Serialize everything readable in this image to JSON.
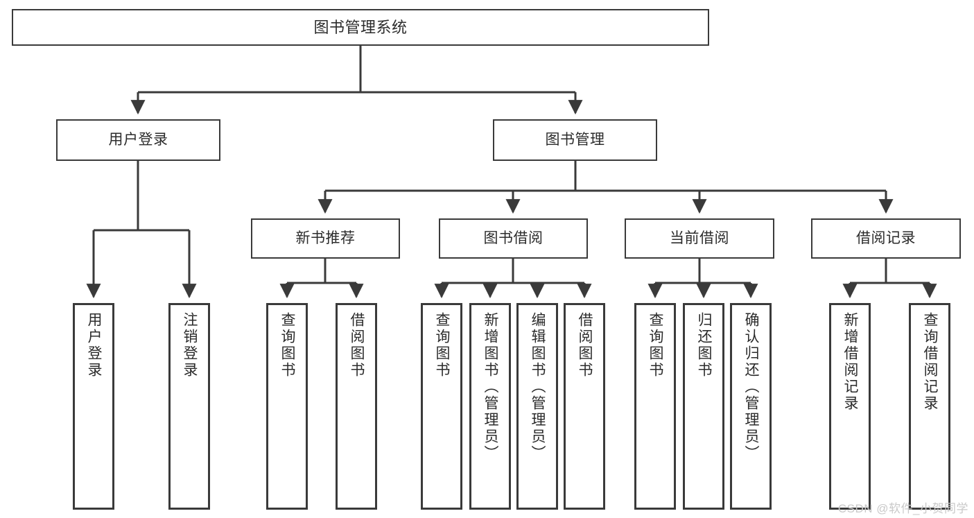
{
  "diagram": {
    "title": "图书管理系统",
    "type": "tree",
    "root": {
      "label": "图书管理系统"
    },
    "level2": [
      {
        "label": "用户登录"
      },
      {
        "label": "图书管理"
      }
    ],
    "level3": [
      {
        "label": "新书推荐"
      },
      {
        "label": "图书借阅"
      },
      {
        "label": "当前借阅"
      },
      {
        "label": "借阅记录"
      }
    ],
    "leaves": [
      {
        "label": "用户登录"
      },
      {
        "label": "注销登录"
      },
      {
        "label": "查询图书"
      },
      {
        "label": "借阅图书"
      },
      {
        "label": "查询图书"
      },
      {
        "label": "新增图书（管理员）"
      },
      {
        "label": "编辑图书（管理员）"
      },
      {
        "label": "借阅图书"
      },
      {
        "label": "查询图书"
      },
      {
        "label": "归还图书"
      },
      {
        "label": "确认归还（管理员）"
      },
      {
        "label": "新增借阅记录"
      },
      {
        "label": "查询借阅记录"
      }
    ]
  },
  "watermark": {
    "text": "CSDN @软件_小贺同学"
  },
  "colors": {
    "stroke": "#3a3a3a",
    "background": "#ffffff",
    "text": "#2b2b2b",
    "watermark": "#c9c9c9"
  }
}
